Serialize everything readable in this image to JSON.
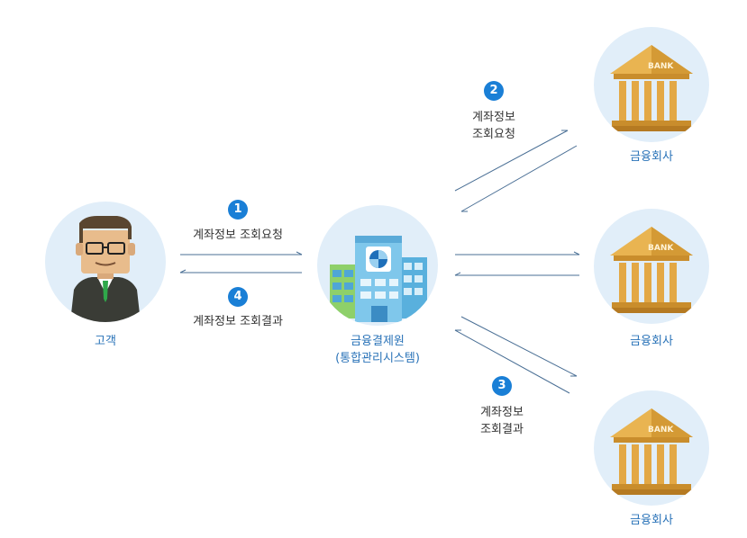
{
  "nodes": {
    "customer": {
      "label": "고객"
    },
    "center": {
      "label_line1": "금융결제원",
      "label_line2": "(통합관리시스템)"
    },
    "bank_top": {
      "label": "금융회사",
      "sign": "BANK"
    },
    "bank_mid": {
      "label": "금융회사",
      "sign": "BANK"
    },
    "bank_bottom": {
      "label": "금융회사",
      "sign": "BANK"
    }
  },
  "steps": [
    {
      "num": "1",
      "text": "계좌정보 조회요청"
    },
    {
      "num": "2",
      "line1": "계좌정보",
      "line2": "조회요청"
    },
    {
      "num": "3",
      "line1": "계좌정보",
      "line2": "조회결과"
    },
    {
      "num": "4",
      "text": "계좌정보 조회결과"
    }
  ],
  "colors": {
    "accent": "#1a7fd6",
    "label_blue": "#2a73b8",
    "arrow": "#4a6f95",
    "circle_bg": "#e1eef9"
  }
}
